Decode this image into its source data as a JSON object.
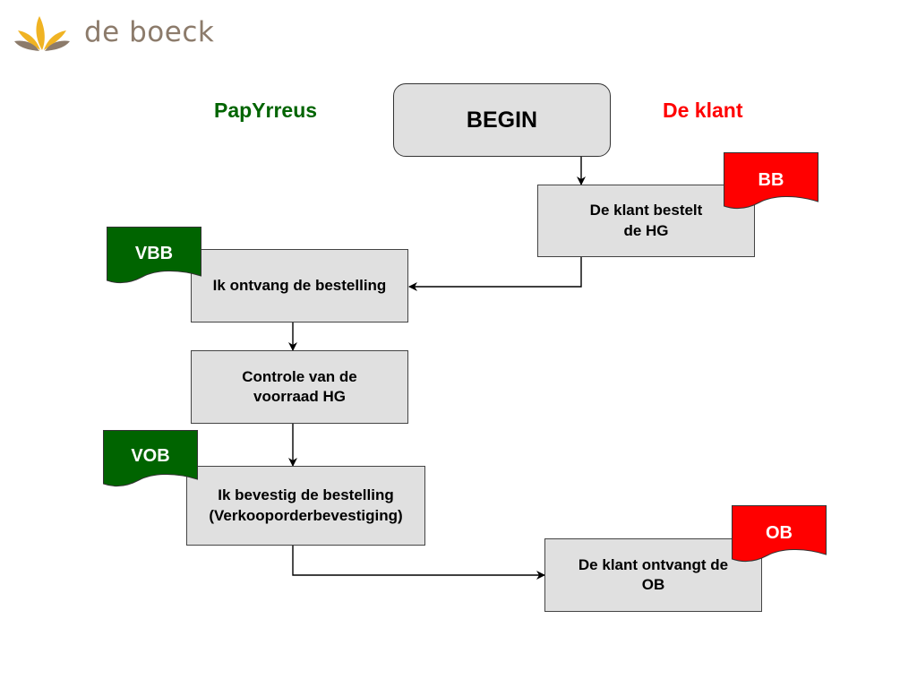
{
  "header": {
    "logo_text": "de boeck",
    "logo_icon": "leaf-logo-icon",
    "logo_colors": [
      "#f0b323",
      "#8c7b6b"
    ]
  },
  "lanes": {
    "left": "PapYrreus",
    "right": "De klant",
    "left_color": "#006400",
    "right_color": "#ff0000"
  },
  "nodes": {
    "begin": "BEGIN",
    "customer_orders": "De klant bestelt de HG",
    "receive_order": "Ik ontvang de bestelling",
    "check_stock": "Controle van de voorraad HG",
    "confirm_order": "Ik bevestig de bestelling (Verkooporderbevestiging)",
    "customer_receives": "De klant ontvangt de OB"
  },
  "documents": {
    "bb": "BB",
    "vbb": "VBB",
    "vob": "VOB",
    "ob": "OB"
  }
}
